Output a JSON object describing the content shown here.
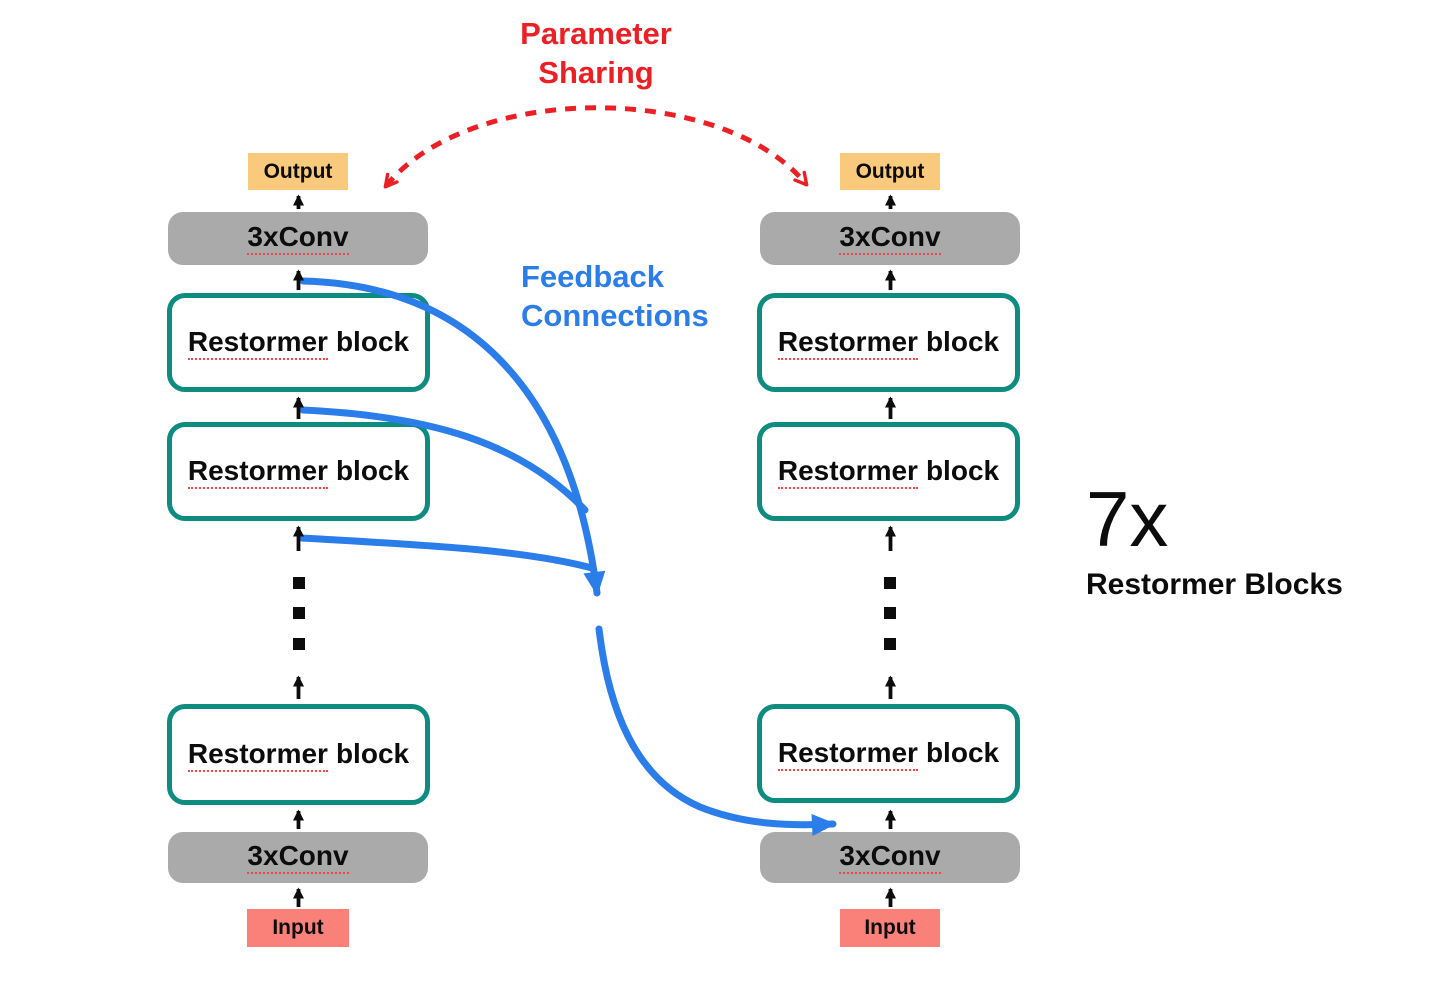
{
  "diagram": {
    "parameter_sharing": {
      "line1": "Parameter",
      "line2": "Sharing"
    },
    "feedback": {
      "line1": "Feedback",
      "line2": "Connections"
    },
    "repeat": {
      "count": "7x",
      "label": "Restormer Blocks"
    },
    "labels": {
      "output": "Output",
      "input": "Input",
      "conv": "3xConv",
      "restormer_word": "Restormer",
      "block_word": "block"
    },
    "colors": {
      "accent_red": "#EC2024",
      "accent_blue": "#2B7DE9",
      "teal_border": "#0E8C80",
      "gray_block": "#ABAAAB",
      "output_fill": "#F9CA7B",
      "input_fill": "#FA807A",
      "spellcheck_underline": "#FB4141"
    }
  }
}
